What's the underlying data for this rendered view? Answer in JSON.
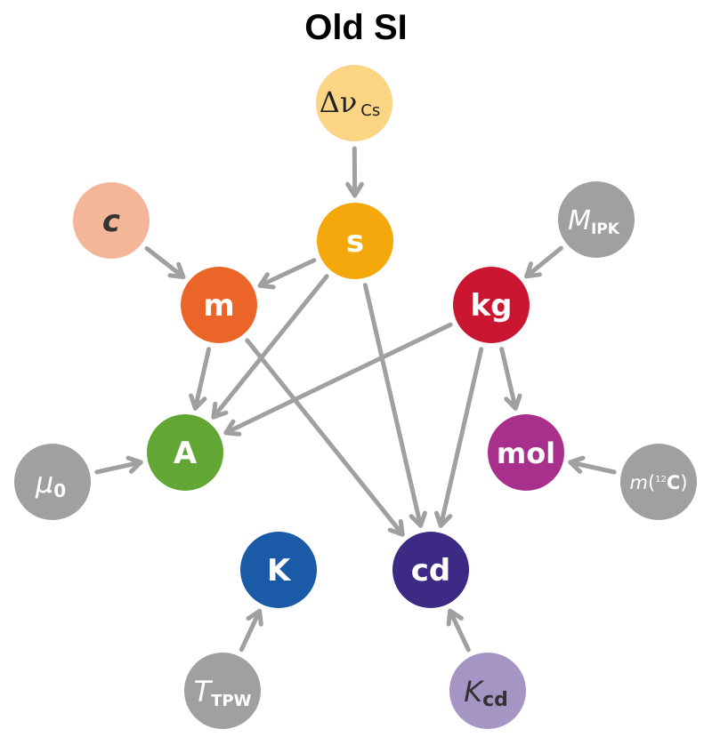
{
  "title": "Old SI",
  "colors": {
    "arrow": "#a0a0a0",
    "gray_node": "#a0a0a0",
    "delta_nu_cs": "#fbd583",
    "c": "#f3b698",
    "s": "#f5a80c",
    "m": "#eb6428",
    "kg": "#cb1631",
    "A": "#62a633",
    "mol": "#a8308c",
    "K": "#1b5aa7",
    "cd": "#3c2a84",
    "K_cd": "#a495c4"
  },
  "nodes": {
    "delta_nu_cs": {
      "main": "Δν",
      "sub": "Cs"
    },
    "c": {
      "main": "c"
    },
    "s": {
      "main": "s"
    },
    "M_IPK": {
      "main": "M",
      "sub": "IPK"
    },
    "m": {
      "main": "m"
    },
    "kg": {
      "main": "kg"
    },
    "A": {
      "main": "A"
    },
    "mol": {
      "main": "mol"
    },
    "mu_0": {
      "main": "μ",
      "sub": "0"
    },
    "m_12C": {
      "main": "m",
      "open": "(",
      "sup": "12",
      "element": "C",
      "close": ")"
    },
    "K": {
      "main": "K"
    },
    "cd": {
      "main": "cd"
    },
    "T_TPW": {
      "main": "T",
      "sub": "TPW"
    },
    "K_cd": {
      "main": "K",
      "sub": "cd"
    }
  },
  "edges": [
    {
      "from": "delta_nu_cs",
      "to": "s"
    },
    {
      "from": "c",
      "to": "m"
    },
    {
      "from": "s",
      "to": "m"
    },
    {
      "from": "s",
      "to": "A"
    },
    {
      "from": "s",
      "to": "cd"
    },
    {
      "from": "M_IPK",
      "to": "kg"
    },
    {
      "from": "m",
      "to": "A"
    },
    {
      "from": "m",
      "to": "cd"
    },
    {
      "from": "kg",
      "to": "A"
    },
    {
      "from": "kg",
      "to": "cd"
    },
    {
      "from": "kg",
      "to": "mol"
    },
    {
      "from": "mu_0",
      "to": "A"
    },
    {
      "from": "m_12C",
      "to": "mol"
    },
    {
      "from": "T_TPW",
      "to": "K"
    },
    {
      "from": "K_cd",
      "to": "cd"
    }
  ]
}
